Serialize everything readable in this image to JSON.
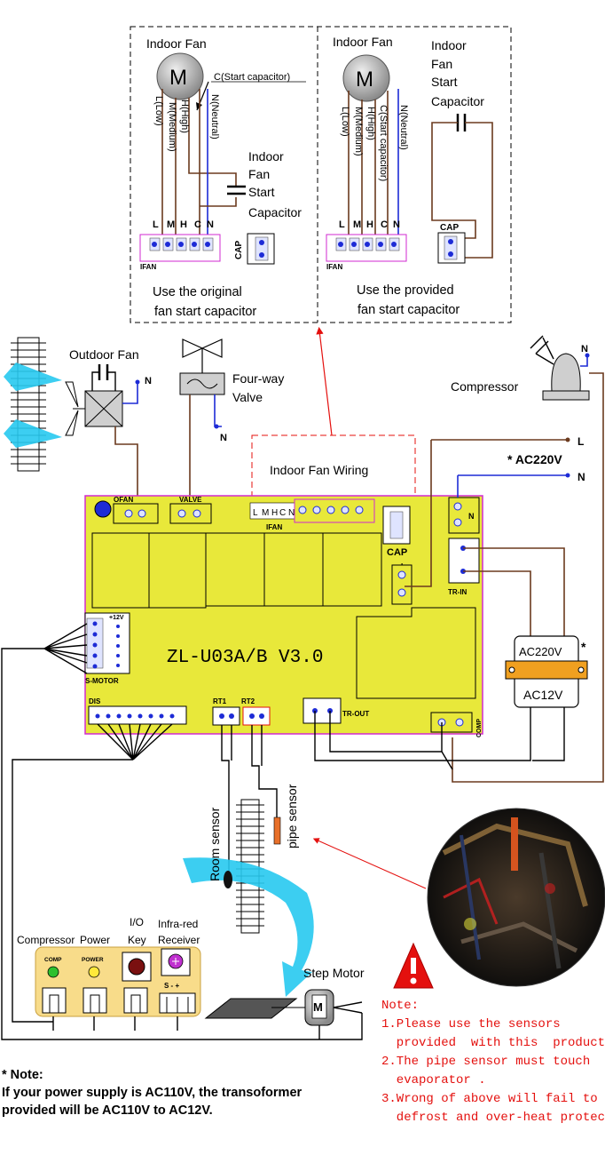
{
  "inset_left": {
    "fan_title": "Indoor Fan",
    "motor_letter": "M",
    "cap_label": "C(Start capacitor)",
    "wire_l": "L(Low)",
    "wire_m": "M(Medium)",
    "wire_h": "H(High)",
    "wire_n": "N(Neutral)",
    "cap_text": [
      "Indoor",
      "Fan",
      "Start",
      "Capacitor"
    ],
    "pins": [
      "L",
      "M",
      "H",
      "C",
      "N"
    ],
    "ifan": "IFAN",
    "cap_conn": "CAP",
    "caption": [
      "Use the original",
      "fan start capacitor"
    ]
  },
  "inset_right": {
    "fan_title": "Indoor Fan",
    "motor_letter": "M",
    "wire_l": "L(Low)",
    "wire_m": "M(Medium)",
    "wire_h": "H(High)",
    "wire_c": "C(Start capacitor)",
    "wire_n": "N(Neutral)",
    "cap_text": [
      "Indoor",
      "Fan",
      "Start",
      "Capacitor"
    ],
    "pins": [
      "L",
      "M",
      "H",
      "C",
      "N"
    ],
    "ifan": "IFAN",
    "cap_conn": "CAP",
    "caption": [
      "Use the provided",
      "fan start capacitor"
    ]
  },
  "outdoor_fan": "Outdoor Fan",
  "four_way_valve": [
    "Four-way",
    "Valve"
  ],
  "compressor": "Compressor",
  "n_label": "N",
  "l_label": "L",
  "ac220_supply": "* AC220V",
  "indoor_fan_wiring": "Indoor Fan  Wiring",
  "board": {
    "model": "ZL-U03A/B  V3.0",
    "ofan": "OFAN",
    "valve": "VALVE",
    "ifan_pins": [
      "L",
      "M",
      "H",
      "C",
      "N"
    ],
    "ifan": "IFAN",
    "cap": "CAP",
    "l": "L",
    "n": "N",
    "tr_in": "TR-IN",
    "tr_out": "TR-OUT",
    "comp": "COMP",
    "s_motor": "S-MOTOR",
    "plus12v": "+12V",
    "dis": "DIS",
    "rt1": "RT1",
    "rt2": "RT2"
  },
  "transformer": {
    "top": "AC220V",
    "star": "*",
    "bottom": "AC12V"
  },
  "room_sensor": "Room sensor",
  "pipe_sensor": "pipe sensor",
  "display": {
    "labels": [
      "Compressor",
      "Power",
      "I/O",
      "Key",
      "Infra-red",
      "Receiver"
    ],
    "comp": "COMP",
    "power": "POWER",
    "pins": "S  -  +"
  },
  "step_motor": "Step Motor",
  "warning_note": {
    "title": "Note:",
    "lines": [
      "1.Please use the sensors",
      "  provided  with this  product .",
      "2.The pipe sensor must touch",
      "  evaporator .",
      "3.Wrong of above will fail to",
      "  defrost and over-heat protect  ."
    ]
  },
  "star_note": {
    "title": "* Note:",
    "lines": [
      "If your power supply is AC110V, the transoformer",
      "provided will be AC110V to AC12V."
    ]
  },
  "colors": {
    "board": "#e8e83a",
    "board_border": "#d02ad0",
    "wire_brown": "#6b3a1e",
    "wire_blue": "#1d2bd6",
    "note_red": "#e4100e",
    "arrow_cyan": "#27c9f0",
    "transformer_band": "#f0a020"
  }
}
